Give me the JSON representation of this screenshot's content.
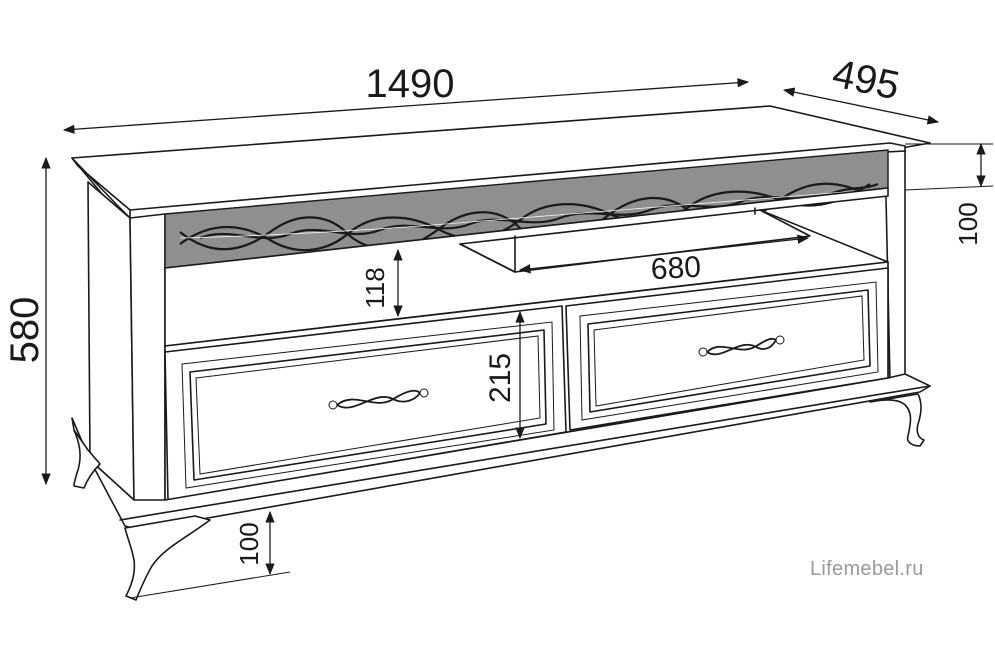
{
  "dimensions": {
    "width": "1490",
    "depth": "495",
    "height": "580",
    "top_panel": "100",
    "niche_height": "118",
    "niche_width": "680",
    "drawer_height": "215",
    "leg_height": "100"
  },
  "watermark": "Lifemebel.ru",
  "icons": {
    "handle": "drawer-handle-icon",
    "arrowhead": "arrowhead-icon"
  },
  "colors": {
    "line": "#1a1a1a",
    "panel": "#8f8f8f",
    "watermark": "#9a9a9a"
  }
}
